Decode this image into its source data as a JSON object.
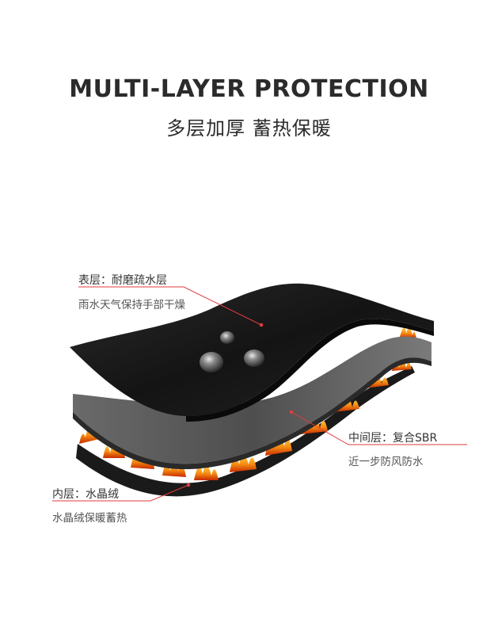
{
  "header": {
    "title_en": "MULTI-LAYER PROTECTION",
    "title_zh": "多层加厚 蓄热保暖"
  },
  "layers": {
    "outer": {
      "title": "表层：耐磨疏水层",
      "desc": "雨水天气保持手部干燥"
    },
    "middle": {
      "title": "中间层：复合SBR",
      "desc": "近一步防风防水"
    },
    "inner": {
      "title": "内层：水晶绒",
      "desc": "水晶绒保暖蓄热"
    }
  },
  "colors": {
    "leader_line": "#e23b3b",
    "outer_layer": "#161616",
    "middle_layer": "#5a5a5a",
    "inner_layer": "#1c1c1c",
    "flame": "#f07a14"
  }
}
